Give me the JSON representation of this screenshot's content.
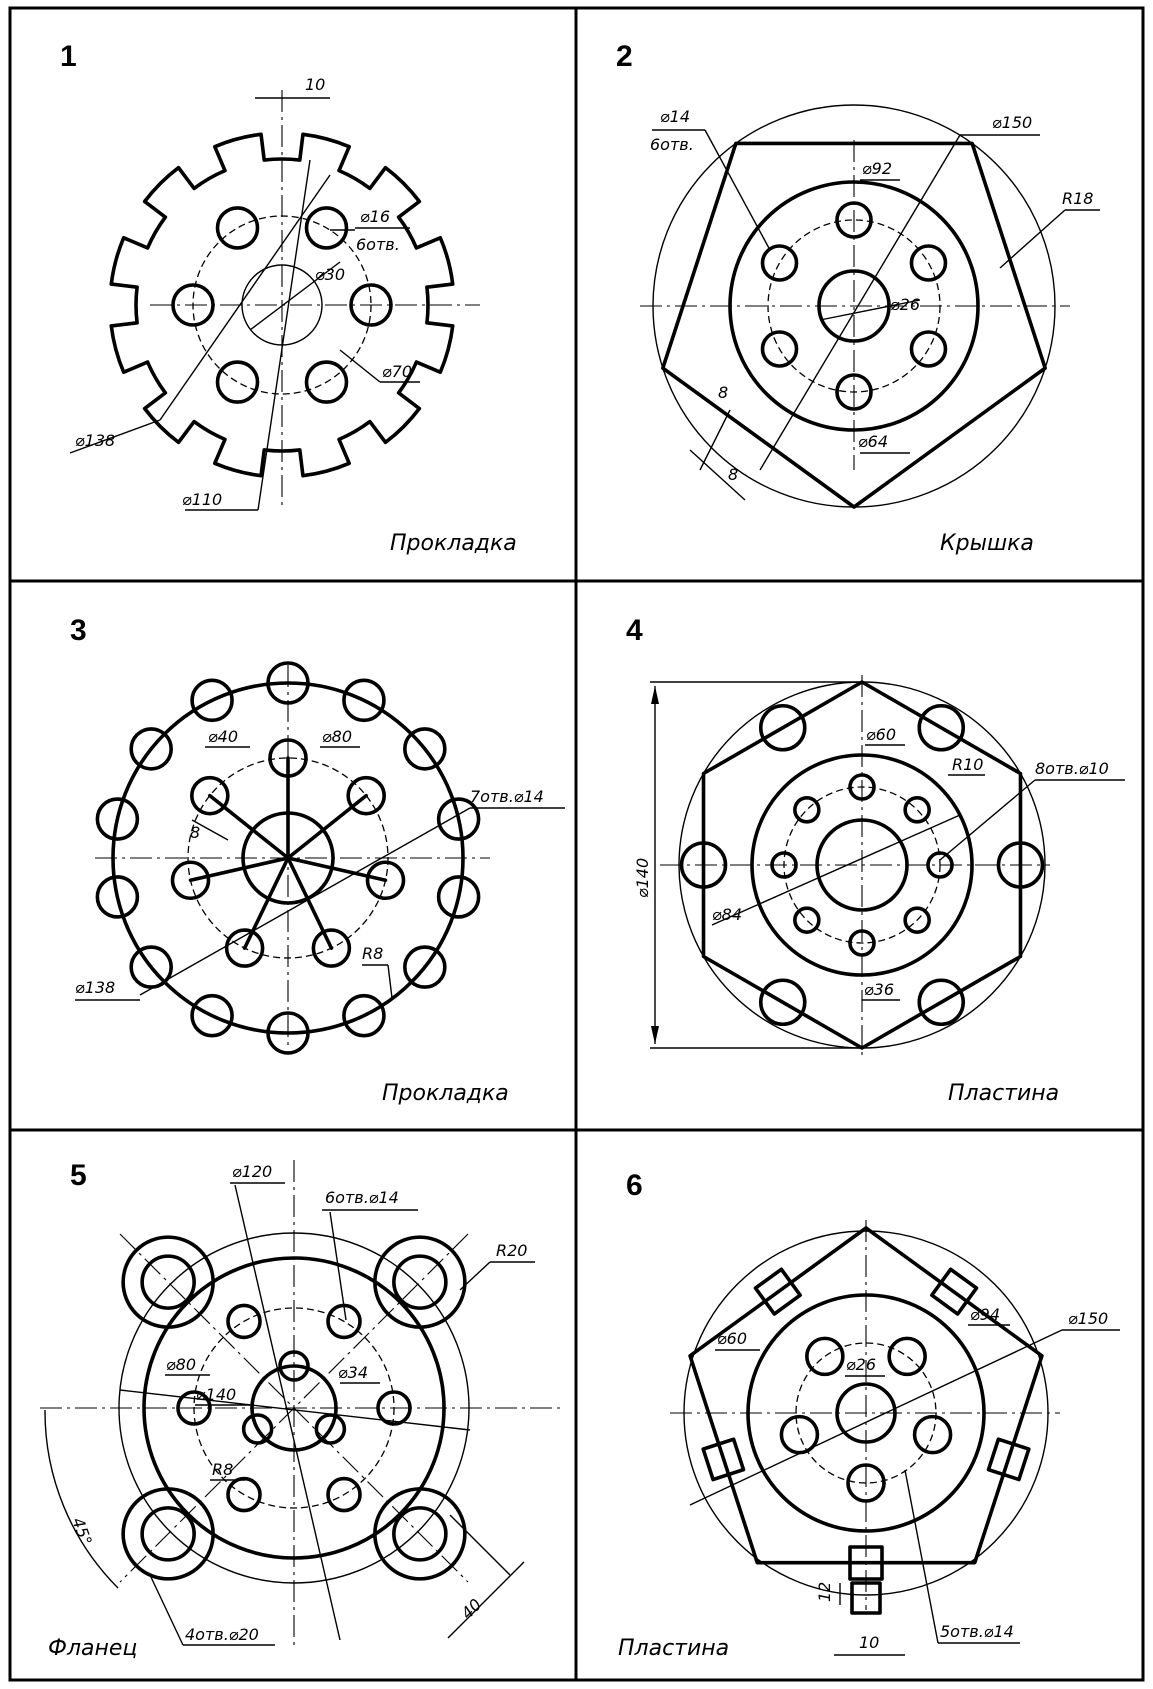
{
  "sheet": {
    "panels": [
      {
        "number": "1",
        "caption": "Прокладка",
        "dimensions": [
          "10",
          "⌀16",
          "6отв.",
          "⌀30",
          "⌀70",
          "⌀138",
          "⌀110"
        ]
      },
      {
        "number": "2",
        "caption": "Крышка",
        "dimensions": [
          "⌀14",
          "6отв.",
          "⌀150",
          "⌀92",
          "R18",
          "⌀26",
          "8",
          "⌀64",
          "8"
        ]
      },
      {
        "number": "3",
        "caption": "Прокладка",
        "dimensions": [
          "⌀40",
          "⌀80",
          "7отв.⌀14",
          "8",
          "R8",
          "⌀138"
        ]
      },
      {
        "number": "4",
        "caption": "Пластина",
        "dimensions": [
          "⌀60",
          "R10",
          "8отв.⌀10",
          "⌀140",
          "⌀84",
          "⌀36"
        ]
      },
      {
        "number": "5",
        "caption": "Фланец",
        "dimensions": [
          "⌀120",
          "6отв.⌀14",
          "R20",
          "⌀80",
          "⌀34",
          "⌀140",
          "R8",
          "45°",
          "40",
          "4отв.⌀20"
        ]
      },
      {
        "number": "6",
        "caption": "Пластина",
        "dimensions": [
          "⌀94",
          "⌀150",
          "⌀60",
          "⌀26",
          "12",
          "5отв.⌀14",
          "10"
        ]
      }
    ]
  }
}
